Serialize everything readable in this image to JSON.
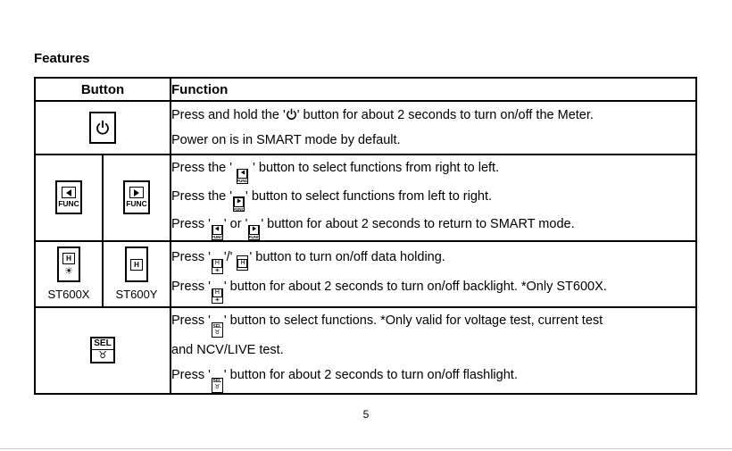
{
  "section_title": "Features",
  "table": {
    "header_button": "Button",
    "header_function": "Function",
    "rows": [
      {
        "lines": [
          [
            "Press and hold the '",
            "power-icon",
            "' button for about 2 seconds to turn on/off the Meter."
          ],
          [
            "Power on is in SMART mode by default."
          ]
        ]
      },
      {
        "lines": [
          [
            "Press the ' ",
            "func-left-icon",
            " ' button to select functions from right to left."
          ],
          [
            "Press the '",
            "func-right-icon",
            "' button to select functions from left to right."
          ],
          [
            "Press '",
            "func-left-icon",
            "' or '",
            "func-right-icon",
            "' button for about 2 seconds to return to SMART mode."
          ]
        ]
      },
      {
        "lines": [
          [
            "Press '",
            "hold-backlight-icon",
            "'/' ",
            "hold-icon",
            "' button to turn on/off data holding."
          ],
          [
            "Press '",
            "hold-backlight-icon",
            "' button for about 2 seconds to turn on/off backlight. *Only ST600X."
          ]
        ]
      },
      {
        "lines": [
          [
            "Press '",
            "sel-icon",
            "' button to select functions. *Only valid for voltage test, current test"
          ],
          [
            "and NCV/LIVE test."
          ],
          [
            "Press '",
            "sel-icon",
            "' button for about 2 seconds to turn on/off flashlight."
          ]
        ]
      }
    ]
  },
  "keys": {
    "func_label": "FUNC",
    "hold_label": "H",
    "sel_label": "SEL",
    "model_x": "ST600X",
    "model_y": "ST600Y"
  },
  "page_number": "5"
}
